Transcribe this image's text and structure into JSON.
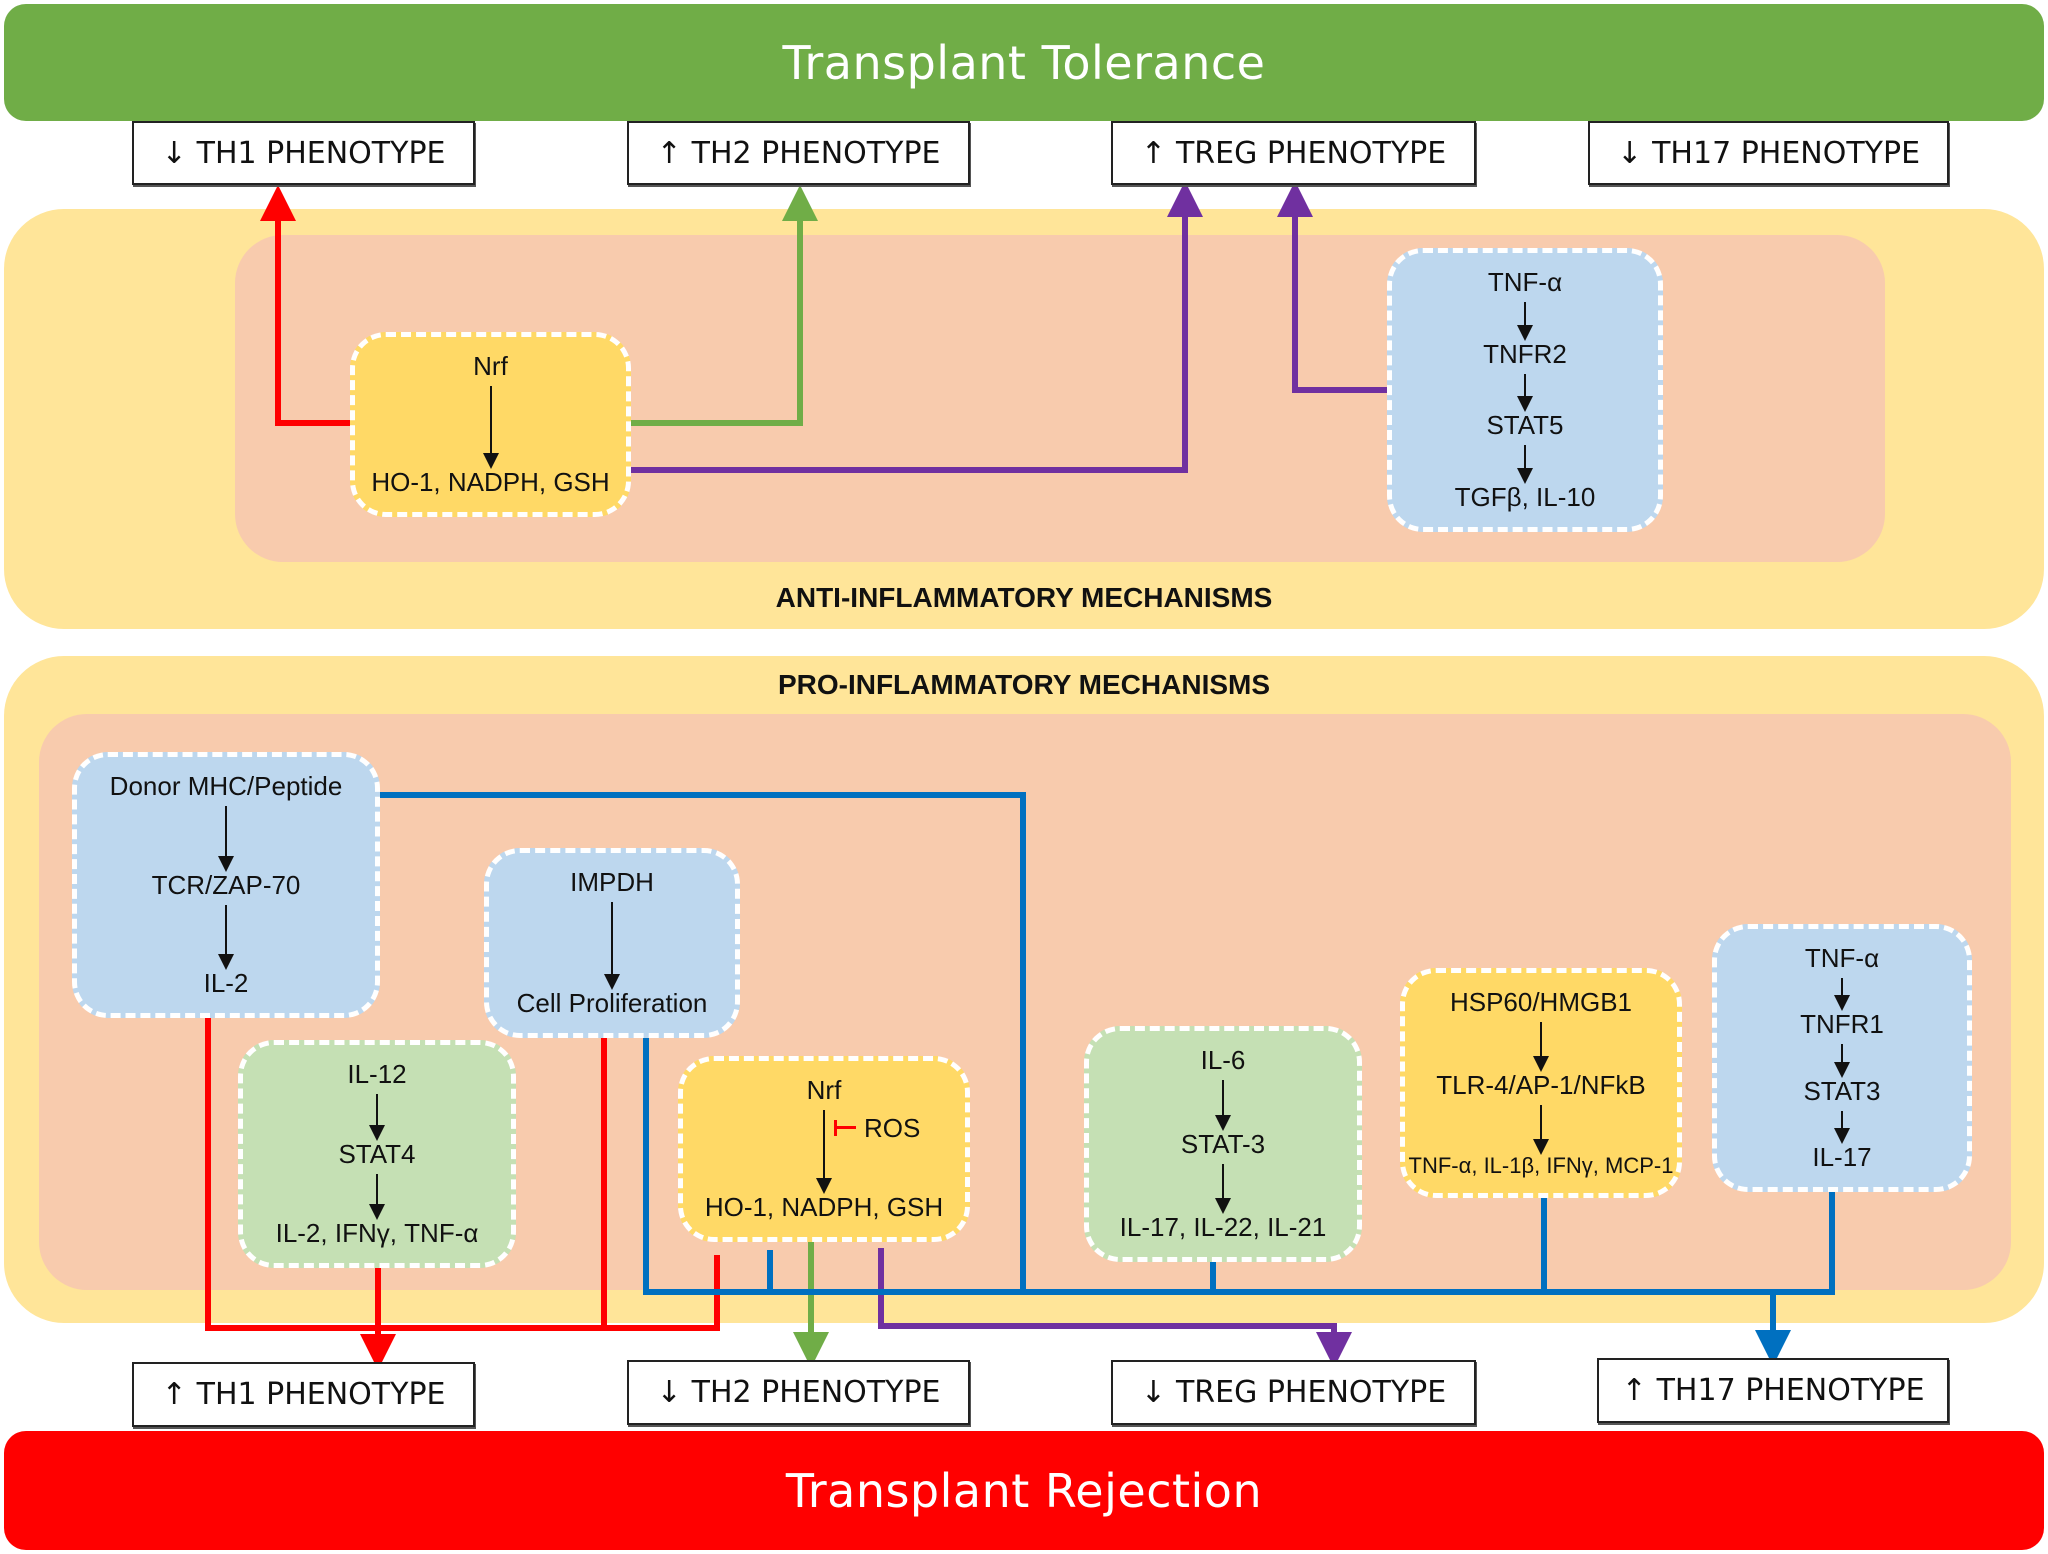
{
  "outcomes": {
    "tolerance": "Transplant Tolerance",
    "rejection": "Transplant Rejection"
  },
  "top_phenotypes": [
    {
      "arrow": "↓",
      "label": "TH1 PHENOTYPE"
    },
    {
      "arrow": "↑",
      "label": "TH2 PHENOTYPE"
    },
    {
      "arrow": "↑",
      "label": "TREG PHENOTYPE"
    },
    {
      "arrow": "↓",
      "label": "TH17 PHENOTYPE"
    }
  ],
  "bottom_phenotypes": [
    {
      "arrow": "↑",
      "label": "TH1 PHENOTYPE"
    },
    {
      "arrow": "↓",
      "label": "TH2 PHENOTYPE"
    },
    {
      "arrow": "↓",
      "label": "TREG PHENOTYPE"
    },
    {
      "arrow": "↑",
      "label": "TH17 PHENOTYPE"
    }
  ],
  "anti_inflammatory": {
    "title": "ANTI-INFLAMMATORY MECHANISMS",
    "nrf": {
      "steps": [
        "Nrf",
        "HO-1, NADPH, GSH"
      ]
    },
    "tnfr2": {
      "steps": [
        "TNF-α",
        "TNFR2",
        "STAT5",
        "TGFβ, IL-10"
      ]
    }
  },
  "pro_inflammatory": {
    "title": "PRO-INFLAMMATORY MECHANISMS",
    "mhc": {
      "steps": [
        "Donor MHC/Peptide",
        "TCR/ZAP-70",
        "IL-2"
      ]
    },
    "impdh": {
      "steps": [
        "IMPDH",
        "Cell Proliferation"
      ]
    },
    "il12": {
      "steps": [
        "IL-12",
        "STAT4",
        "IL-2, IFNγ, TNF-α"
      ]
    },
    "nrf": {
      "steps": [
        "Nrf",
        "HO-1, NADPH, GSH"
      ],
      "inhibitor": "ROS"
    },
    "il6": {
      "steps": [
        "IL-6",
        "STAT-3",
        "IL-17, IL-22, IL-21"
      ]
    },
    "hsp": {
      "steps": [
        "HSP60/HMGB1",
        "TLR-4/AP-1/NFkB",
        "TNF-α, IL-1β, IFNγ, MCP-1"
      ]
    },
    "tnfr1": {
      "steps": [
        "TNF-α",
        "TNFR1",
        "STAT3",
        "IL-17"
      ]
    }
  },
  "colors": {
    "tolerance": "#70ad47",
    "rejection": "#ff0000",
    "th1_line": "#ff0000",
    "th2_line": "#70ad47",
    "treg_line": "#7030a0",
    "th17_line": "#0070c0",
    "outer_panel": "#ffe599",
    "inner_panel": "#f8cbad"
  }
}
